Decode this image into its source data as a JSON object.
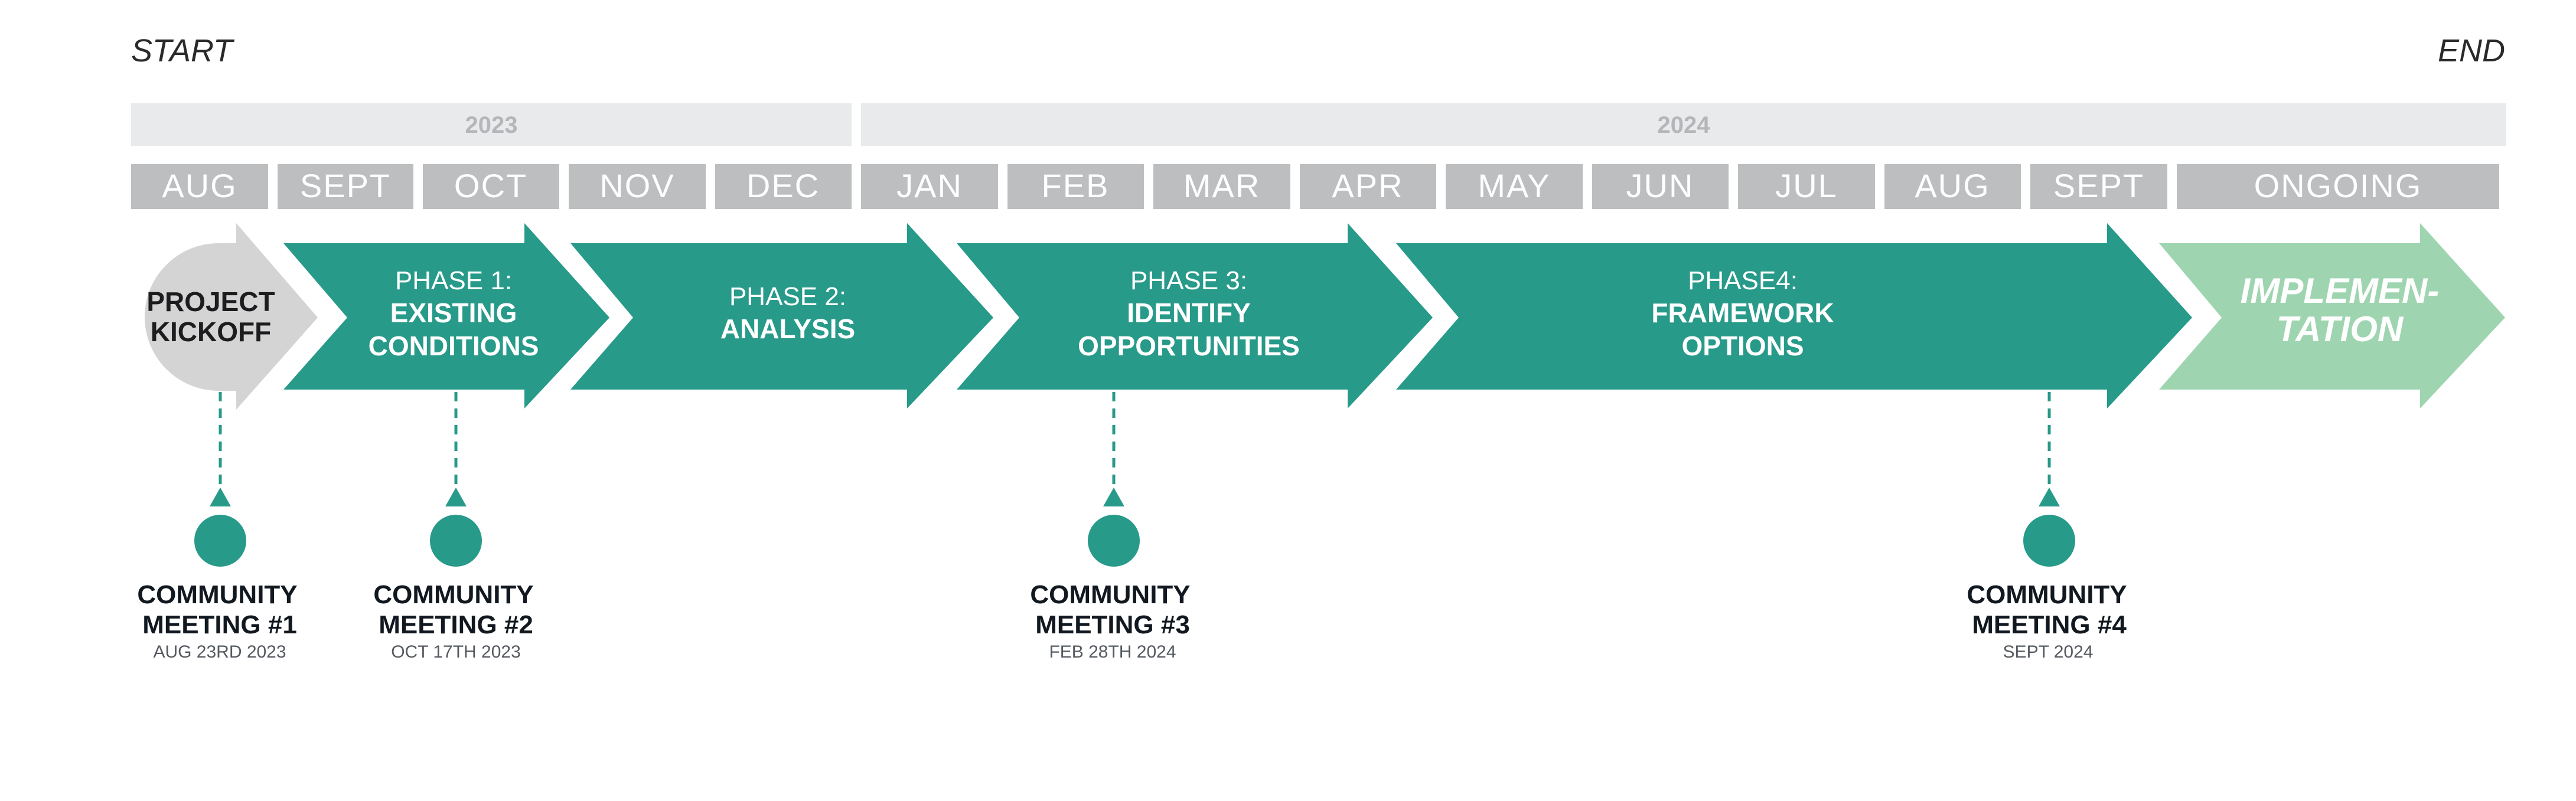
{
  "labels": {
    "start": "START",
    "end": "END"
  },
  "years": [
    "2023",
    "2024"
  ],
  "months": [
    "AUG",
    "SEPT",
    "OCT",
    "NOV",
    "DEC",
    "JAN",
    "FEB",
    "MAR",
    "APR",
    "MAY",
    "JUN",
    "JUL",
    "AUG",
    "SEPT",
    "ONGOING"
  ],
  "kickoff": {
    "line1": "PROJECT",
    "line2": "KICKOFF"
  },
  "phases": [
    {
      "title": "PHASE 1:",
      "line1": "EXISTING",
      "line2": "CONDITIONS"
    },
    {
      "title": "PHASE 2:",
      "line1": "ANALYSIS",
      "line2": ""
    },
    {
      "title": "PHASE 3:",
      "line1": "IDENTIFY",
      "line2": "OPPORTUNITIES"
    },
    {
      "title": "PHASE4:",
      "line1": "FRAMEWORK",
      "line2": "OPTIONS"
    }
  ],
  "implementation": {
    "line1": "IMPLEMEN-",
    "line2": "TATION"
  },
  "meetings": [
    {
      "line1": "COMMUNITY",
      "line2": "MEETING #1",
      "date": "AUG 23RD 2023"
    },
    {
      "line1": "COMMUNITY",
      "line2": "MEETING #2",
      "date": "OCT 17TH 2023"
    },
    {
      "line1": "COMMUNITY",
      "line2": "MEETING #3",
      "date": "FEB 28TH 2024"
    },
    {
      "line1": "COMMUNITY",
      "line2": "MEETING #4",
      "date": "SEPT 2024"
    }
  ],
  "colors": {
    "teal": "#279a89",
    "light_green": "#9ed5b0",
    "kickoff_gray": "#d4d4d5",
    "month_gray": "#bcbec0",
    "year_band": "#e9eaeb"
  }
}
